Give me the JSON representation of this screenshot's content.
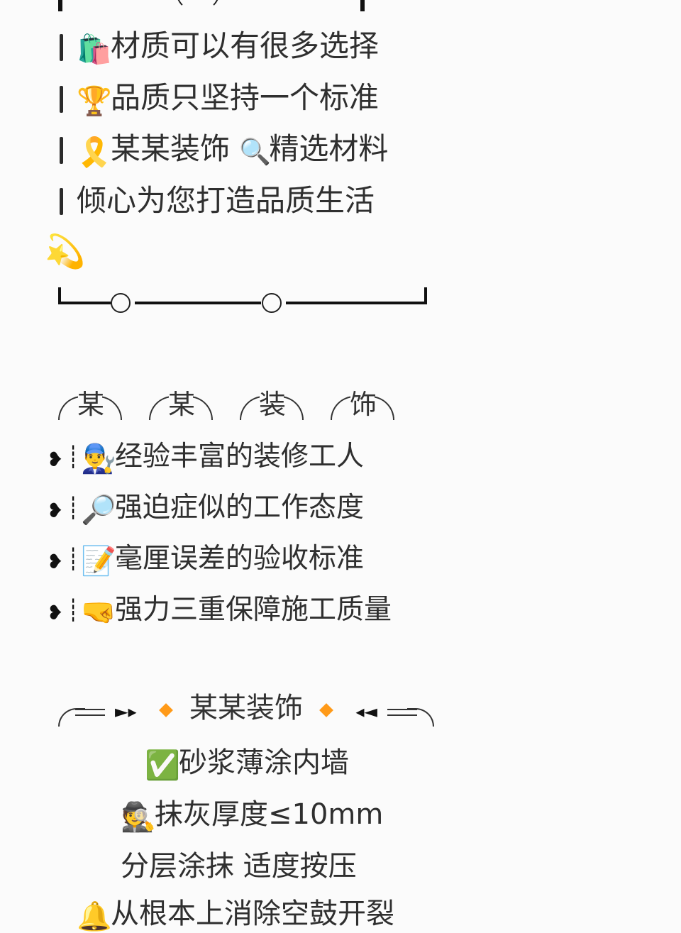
{
  "top_list": [
    {
      "icon": "🛍️",
      "icon_name": "shopping-bags-icon",
      "text": "材质可以有很多选择"
    },
    {
      "icon": "🏆",
      "icon_name": "trophy-icon",
      "text": "品质只坚持一个标准"
    },
    {
      "icon": "🎗️",
      "icon_name": "yellow-ribbon-icon",
      "text": "某某装饰",
      "icon2": "🔍",
      "icon2_name": "magnifier-icon",
      "text2": "精选材料"
    },
    {
      "text": "倾心为您打造品质生活"
    }
  ],
  "sparkle_icon": "💫",
  "title_chars": [
    "某",
    "某",
    "装",
    "饰"
  ],
  "features": [
    {
      "icon": "👨‍🔧",
      "icon_name": "mechanic-icon",
      "text": "经验丰富的装修工人"
    },
    {
      "icon": "🔎",
      "icon_name": "search-icon",
      "text": "强迫症似的工作态度"
    },
    {
      "icon": "📝",
      "icon_name": "memo-icon",
      "text": "毫厘误差的验收标准"
    },
    {
      "icon": "🤜",
      "icon_name": "fist-icon",
      "text": "强力三重保障施工质量"
    }
  ],
  "banner": {
    "label": "某某装饰",
    "accent": "#ff9a18"
  },
  "bottom_lines": [
    {
      "icon": "✅",
      "icon_name": "check-mark-icon",
      "text": "砂浆薄涂内墙"
    },
    {
      "icon": "🕵️",
      "icon_name": "detective-icon",
      "text": "抹灰厚度≤10mm"
    },
    {
      "text": "分层涂抹  适度按压"
    },
    {
      "icon": "🔔",
      "icon_name": "bell-icon",
      "text": "从根本上消除空鼓开裂"
    }
  ]
}
